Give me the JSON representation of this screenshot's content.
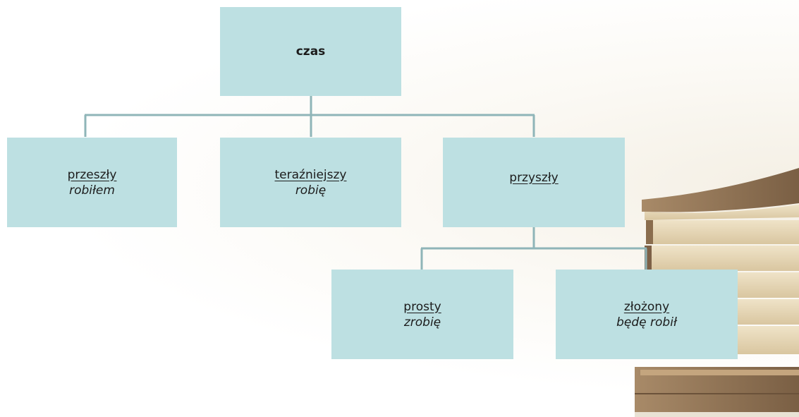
{
  "diagram": {
    "root": {
      "label": "czas"
    },
    "tenses": [
      {
        "term": "przeszły",
        "example": "robiłem"
      },
      {
        "term": "teraźniejszy",
        "example": "robię"
      },
      {
        "term": "przyszły",
        "example": ""
      }
    ],
    "future_forms": [
      {
        "term": "prosty",
        "example": "zrobię"
      },
      {
        "term": "złożony",
        "example": "będę robił"
      }
    ],
    "colors": {
      "box_fill": "#bde0e2",
      "connector": "#8fb5b8"
    },
    "decoration": "stack-of-books-image"
  }
}
